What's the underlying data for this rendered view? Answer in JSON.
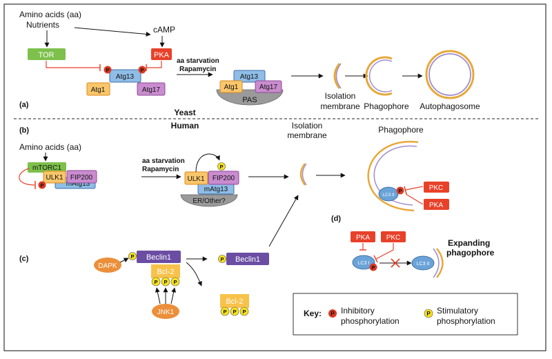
{
  "colors": {
    "frame": "#333333",
    "tor_green": "#7dc04b",
    "pka_red": "#e8412a",
    "atg1_orange": "#f9c66b",
    "atg1_border": "#d98a1b",
    "atg13_blue": "#7fb2e0",
    "atg13_border": "#3d6fa8",
    "atg17_pink": "#c98ccf",
    "atg17_border": "#8e4a96",
    "pas_gray": "#9a9a9a",
    "membrane_orange": "#e7a83a",
    "membrane_purple": "#a08ccc",
    "phospho_red": "#d93a24",
    "phospho_yellow": "#f7e21e",
    "beclin_purple": "#6b4ea3",
    "dapk_orange": "#ec8f3a",
    "bcl2_yellow": "#f8c24a",
    "lc3_blue": "#6aa3d8",
    "cross_red": "#e03a1e"
  },
  "yeast": {
    "amino_acids": "Amino acids (aa)",
    "nutrients": "Nutrients",
    "camp": "cAMP",
    "tor": "TOR",
    "pka": "PKA",
    "atg13": "Atg13",
    "atg1": "Atg1",
    "atg17": "Atg17",
    "starvation_line1": "aa starvation",
    "starvation_line2": "Rapamycin",
    "pas": "PAS",
    "isolation_line1": "Isolation",
    "isolation_line2": "membrane",
    "phagophore": "Phagophore",
    "autophagosome": "Autophagosome"
  },
  "panels": {
    "a": "(a)",
    "b": "(b)",
    "c": "(c)",
    "d": "(d)"
  },
  "divider": {
    "yeast": "Yeast",
    "human": "Human"
  },
  "human": {
    "amino_acids": "Amino acids (aa)",
    "mtorc1": "mTORC1",
    "ulk1": "ULK1",
    "fip200": "FIP200",
    "matg13": "mAtg13",
    "starvation_line1": "aa starvation",
    "starvation_line2": "Rapamycin",
    "er_other": "ER/Other?",
    "isolation_line1": "Isolation",
    "isolation_line2": "membrane",
    "phagophore": "Phagophore",
    "pkc": "PKC",
    "pka": "PKA",
    "lc3_ii": "LC3 II"
  },
  "panel_c": {
    "dapk": "DAPK",
    "beclin1": "Beclin1",
    "bcl2": "Bcl-2",
    "jnk1": "JNK1",
    "beclin1_after": "Beclin1",
    "bcl2_after": "Bcl-2"
  },
  "panel_d": {
    "pka": "PKA",
    "pkc": "PKC",
    "lc3_i": "LC3 I",
    "lc3_ii": "LC3 II",
    "expanding_line1": "Expanding",
    "expanding_line2": "phagophore"
  },
  "key": {
    "title": "Key:",
    "inhibitory_line1": "Inhibitory",
    "inhibitory_line2": "phosphorylation",
    "stimulatory_line1": "Stimulatory",
    "stimulatory_line2": "phosphorylation"
  },
  "phospho_symbol": "P"
}
